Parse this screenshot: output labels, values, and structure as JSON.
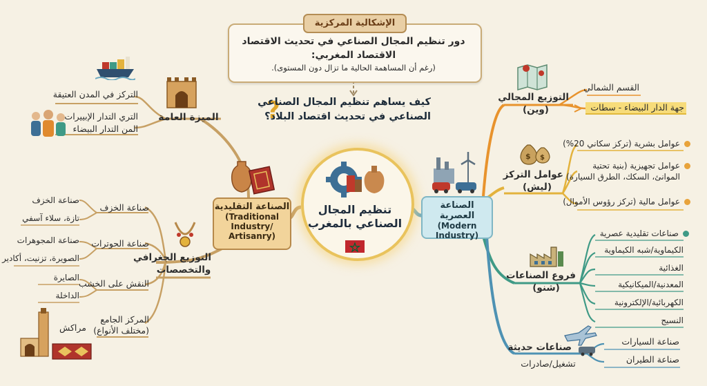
{
  "problem": {
    "tag": "الإشكالية المركزية",
    "line1": "دور تنظيم المجال الصناعي في تحديث الاقتصاد",
    "line2": "الاقتصاد المغربي:",
    "line3": "(رغم أن المساهمة الحالية ما تزال دون المستوى)."
  },
  "question": {
    "line1": "كيف يساهم تنظيم المجال الصناعي",
    "line2": "الصناعي في تحديث اقتصاد البلاد؟"
  },
  "center": {
    "line1": "تنظيم المجال",
    "line2": "الصناعي بالمغرب"
  },
  "traditional": {
    "title_ar": "الصناعة التقليدية",
    "title_en1": "(Traditional",
    "title_en2": "Industry/",
    "title_en3": "Artisanry)",
    "general_feature": {
      "title": "الميزة العامة",
      "items": [
        "التركز في المدن العتيقة",
        "التري التدار الإبييرات",
        "المن التدار البيضاء"
      ]
    },
    "geo": {
      "title1": "التوزيع الجغرافي",
      "title2": "والتخصصات",
      "pottery": {
        "label": "صناعة الخزف",
        "sub1": "صناعة الخزف",
        "sub2": "تازة، سلاء آسفي"
      },
      "jewelry": {
        "label": "صناعة الحوترات",
        "sub1": "صناعة المجوهرات",
        "sub2": "الصويرة، تزنيت، أكادير"
      },
      "wood": {
        "label": "النقش على الخشب",
        "sub1": "الصايرة",
        "sub2": "الداخلة"
      },
      "marrakech": {
        "label1": "المركز الجامع",
        "label2": "(مختلف الأنواع)",
        "city": "مراكش"
      }
    }
  },
  "modern": {
    "title_ar": "الصناعة العصرية",
    "title_en1": "(Modern",
    "title_en2": "Industry)",
    "distribution": {
      "title1": "التوزيع المجالي",
      "title2": "(وين)",
      "items": [
        "القسم الشمالي",
        "جهة الدار البيضاء - سطات"
      ]
    },
    "factors": {
      "title1": "عوامل التركز",
      "title2": "(ليش)",
      "items": [
        "عوامل بشرية (تركز سكاني 20%)",
        "عوامل تجهيزية (بنية تحتية",
        "الموانئ، السكك، الطرق السيارة)",
        "عوامل مالية (تركز رؤوس الأموال)"
      ]
    },
    "branches": {
      "title1": "فروع الصناعات",
      "title2": "(شنو)",
      "items": [
        "صناعات تقليدية عصرية",
        "الكيماوية/شبه الكيماوية",
        "الغذائية",
        "المعدنية/الميكانيكية",
        "الكهربائية/الإلكترونية",
        "النسيج"
      ]
    },
    "recent": {
      "title1": "صناعات حديثة",
      "title2": "تشغيل/صادرات",
      "items": [
        "صناعة السيارات",
        "صناعة الطيران"
      ]
    }
  },
  "colors": {
    "traditional_branch": "#c7a064",
    "modern_orange": "#e8932d",
    "modern_yellow": "#e3b23c",
    "modern_teal": "#3f9a86",
    "modern_blue": "#4e92b3",
    "center_glow": "#e9c35d"
  }
}
